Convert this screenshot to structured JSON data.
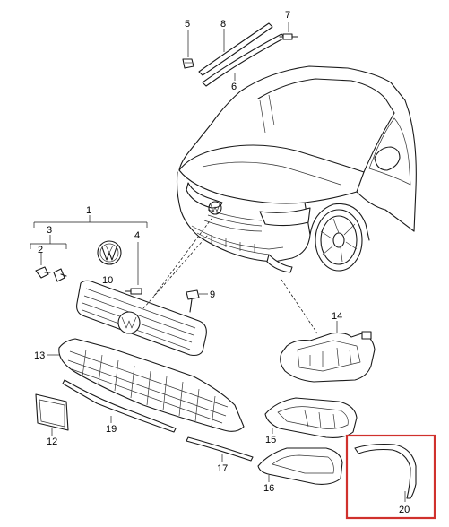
{
  "labels": {
    "p1": "1",
    "p3": "3",
    "p2": "2",
    "p4": "4",
    "p5": "5",
    "p6": "6",
    "p7": "7",
    "p8": "8",
    "p9": "9",
    "p10": "10",
    "p12": "12",
    "p13": "13",
    "p14": "14",
    "p15": "15",
    "p16": "16",
    "p17": "17",
    "p19": "19",
    "p20": "20"
  },
  "highlight": {
    "color": "#d0312d",
    "target": "20"
  },
  "icons": [
    "vw-logo-icon"
  ]
}
